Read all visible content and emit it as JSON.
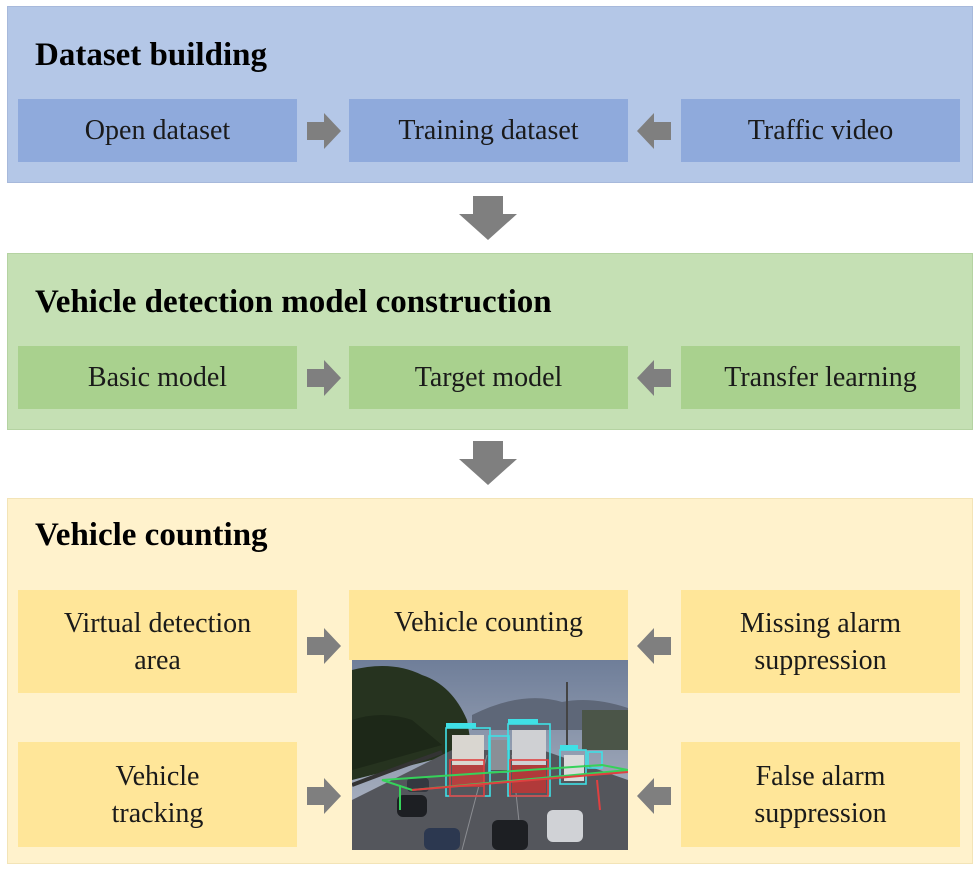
{
  "sections": {
    "dataset": {
      "title": "Dataset building",
      "left": "Open dataset",
      "center": "Training dataset",
      "right": "Traffic video",
      "color": "#b4c7e7"
    },
    "model": {
      "title": "Vehicle detection model construction",
      "left": "Basic model",
      "center": "Target model",
      "right": "Transfer learning",
      "color": "#c5e0b4"
    },
    "counting": {
      "title": "Vehicle counting",
      "top_left": "Virtual detection area",
      "bottom_left": "Vehicle tracking",
      "center": "Vehicle counting",
      "top_right": "Missing alarm suppression",
      "bottom_right": "False alarm suppression",
      "color": "#fff2cc"
    }
  },
  "colors": {
    "arrow": "#7f7f7f"
  },
  "image": {
    "icon": "traffic-detection-photo"
  }
}
